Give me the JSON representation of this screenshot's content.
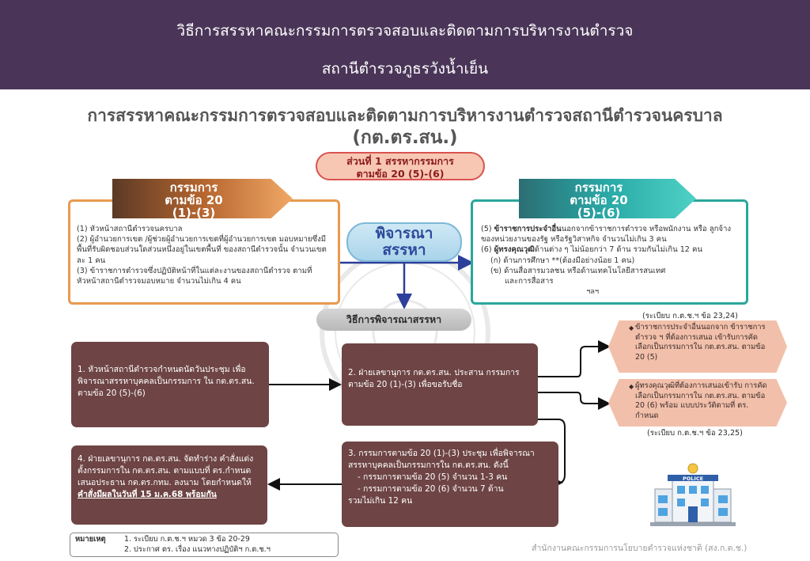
{
  "header": {
    "line1": "วิธีการสรรหาคณะกรรมการตรวจสอบและติดตามการบริหารงานตำรวจ",
    "line2": "สถานีตำรวจภูธรวังน้ำเย็น"
  },
  "title": {
    "line1": "การสรรหาคณะกรรมการตรวจสอบและติดตามการบริหารงานตำรวจสถานีตำรวจนครบาล",
    "line2": "(กต.ตร.สน.)"
  },
  "part_pill": {
    "line1": "ส่วนที่ 1 สรรหากรรมการ",
    "line2": "ตามข้อ 20 (5)-(6)"
  },
  "left_banner": {
    "line1": "กรรมการ",
    "line2": "ตามข้อ 20",
    "line3": "(1)-(3)"
  },
  "right_banner": {
    "line1": "กรรมการ",
    "line2": "ตามข้อ 20",
    "line3": "(5)-(6)"
  },
  "left_box": {
    "item1": "(1) หัวหน้าสถานีตำรวจนครบาล",
    "item2": "(2) ผู้อำนวยการเขต /ผู้ช่วยผู้อำนวยการเขตที่ผู้อำนวยการเขต มอบหมายซึ่งมีพื้นที่รับผิดชอบส่วนใดส่วนหนึ่งอยู่ในเขตพื้นที่ ของสถานีตำรวจนั้น จำนวนเขตละ 1 คน",
    "item3": "(3) ข้าราชการตำรวจซึ่งปฏิบัติหน้าที่ในแต่ละงานของสถานีตำรวจ ตามที่หัวหน้าสถานีตำรวจมอบหมาย จำนวนไม่เกิน 4 คน"
  },
  "right_box": {
    "item5_prefix": "(5) ",
    "item5_bold": "ข้าราชการประจำอื่น",
    "item5_rest": "นอกจากข้าราชการตำรวจ หรือพนักงาน หรือ ลูกจ้างของหน่วยงานของรัฐ หรือรัฐวิสาหกิจ จำนวนไม่เกิน 3 คน",
    "item6_prefix": "(6) ",
    "item6_bold": "ผู้ทรงคุณวุฒิ",
    "item6_rest": "ด้านต่าง ๆ ไม่น้อยกว่า 7 ด้าน รวมกันไม่เกิน 12 คน",
    "sub_a": "(ก) ด้านการศึกษา **(ต้องมีอย่างน้อย 1 คน)",
    "sub_b": "(ข) ด้านสื่อสารมวลชน หรือด้านเทคโนโลยีสารสนเทศ",
    "sub_b2": "และการสื่อสาร",
    "etc": "ฯลฯ"
  },
  "consider_pill": {
    "line1": "พิจารณา",
    "line2": "สรรหา"
  },
  "method_pill": "วิธีการพิจารณาสรรหา",
  "step1": "1. หัวหน้าสถานีตำรวจกำหนดนัดวันประชุม เพื่อพิจารณาสรรหาบุคคลเป็นกรรมการ ใน กต.ตร.สน. ตามข้อ 20 (5)-(6)",
  "step2": "2. ฝ่ายเลขานุการ กต.ตร.สน. ประสาน กรรมการตามข้อ 20 (1)-(3) เพื่อขอรับชื่อ",
  "step3": {
    "line1": "3. กรรมการตามข้อ 20 (1)-(3) ประชุม เพื่อพิจารณาสรรหาบุคคลเป็นกรรมการใน กต.ตร.สน. ดังนี้",
    "line2": "- กรรมการตามข้อ 20 (5) จำนวน 1-3 คน",
    "line3": "- กรรมการตามข้อ 20 (6) จำนวน 7 ด้าน",
    "line4": "รวมไม่เกิน 12 คน"
  },
  "step4": {
    "text": "4. ฝ่ายเลขานุการ กต.ตร.สน. จัดทำร่าง คำสั่งแต่งตั้งกรรมการใน กต.ตร.สน. ตามแบบที่ ตร.กำหนด เสนอประธาน กต.ตร.กทม. ลงนาม โดยกำหนดให้",
    "emphasis": "คำสั่งมีผลในวันที่ 15 ม.ค.68 พร้อมกัน"
  },
  "note1": "ข้าราชการประจำอื่นนอกจาก ข้าราชการตำรวจ ฯ ที่ต้องการเสนอ เข้ารับการคัดเลือกเป็นกรรมการใน กต.ตร.สน. ตามข้อ 20 (5)",
  "note2": "ผู้ทรงคุณวุฒิที่ต้องการเสนอเข้ารับ การคัดเลือกเป็นกรรมการใน กต.ตร.สน. ตามข้อ 20 (6) พร้อม แบบประวัติตามที่ ตร. กำหนด",
  "reg1": "(ระเบียบ ก.ต.ช.ฯ ข้อ 23,24)",
  "reg2": "(ระเบียบ ก.ต.ช.ฯ ข้อ 23,25)",
  "remark": {
    "head": "หมายเหตุ",
    "line1": "1. ระเบียบ ก.ต.ช.ฯ หมวด 3 ข้อ 20-29",
    "line2": "2. ประกาศ ตร. เรื่อง แนวทางปฏิบัติฯ ก.ต.ช.ฯ"
  },
  "footer_agency": "สำนักงานคณะกรรมการนโยบายตำรวจแห่งชาติ (สง.ก.ต.ช.)",
  "police_sign": "POLICE",
  "colors": {
    "header_bg": "#4a3558",
    "step_box": "#6e4444",
    "left_accent": "#e89a4e",
    "right_accent": "#2aa79b",
    "note_bg": "#f2c0aa",
    "consider_text": "#2c4a9a"
  }
}
